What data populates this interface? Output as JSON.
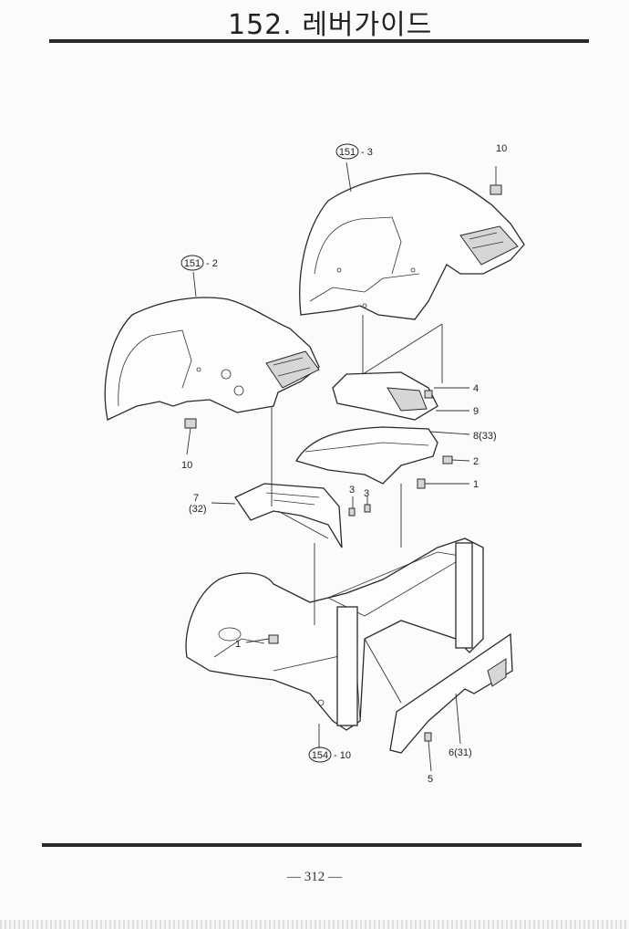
{
  "header": {
    "title": "152. 레버가이드"
  },
  "footer": {
    "page": "— 312 —"
  },
  "callouts": {
    "c151_3": {
      "ref": "151",
      "suffix": "- 3"
    },
    "c151_2": {
      "ref": "151",
      "suffix": "- 2"
    },
    "c154_10": {
      "ref": "154",
      "suffix": "- 10"
    },
    "n10_top": "10",
    "n10_left": "10",
    "n4": "4",
    "n9": "9",
    "n8": "8(33)",
    "n2": "2",
    "n1_right": "1",
    "n7": "7",
    "n7b": "(32)",
    "n3a": "3",
    "n3b": "3",
    "n1_left": "1",
    "n6": "6(31)",
    "n5": "5"
  }
}
